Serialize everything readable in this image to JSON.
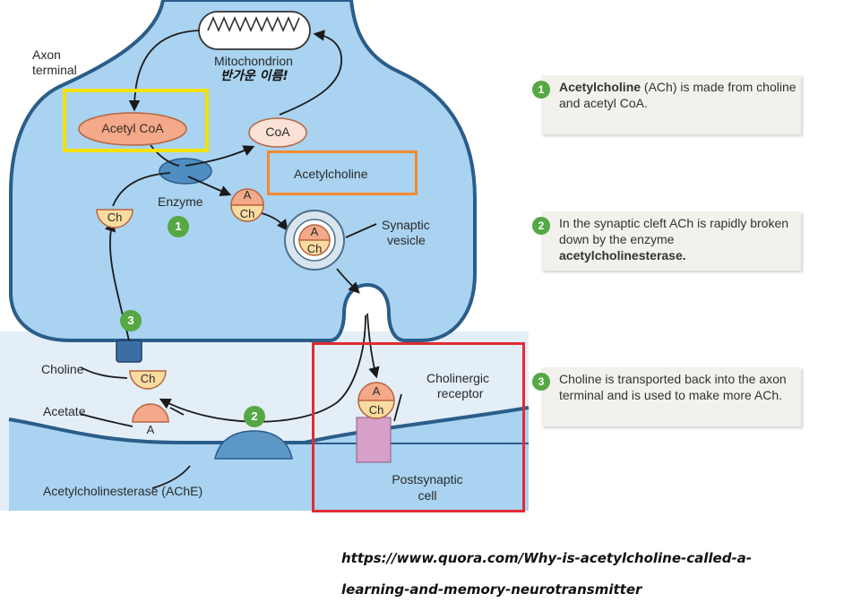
{
  "labels": {
    "axon_terminal_1": "Axon",
    "axon_terminal_2": "terminal",
    "mitochondrion": "Mitochondrion",
    "korean_annotation": "반가운 이름!",
    "acetyl_coa": "Acetyl CoA",
    "coa": "CoA",
    "acetylcholine": "Acetylcholine",
    "enzyme": "Enzyme",
    "synaptic_vesicle_1": "Synaptic",
    "synaptic_vesicle_2": "vesicle",
    "choline": "Choline",
    "acetate": "Acetate",
    "cholinergic_receptor_1": "Cholinergic",
    "cholinergic_receptor_2": "receptor",
    "postsynaptic_1": "Postsynaptic",
    "postsynaptic_2": "cell",
    "ache": "Acetylcholinesterase (AChE)",
    "a": "A",
    "ch": "Ch"
  },
  "steps": {
    "one": "1",
    "two": "2",
    "three": "3"
  },
  "notes": [
    {
      "num": "1",
      "bold": "Acetylcholine",
      "text": " (ACh) is made from choline and acetyl CoA."
    },
    {
      "num": "2",
      "text": "In the synaptic cleft ACh is rapidly broken down by the enzyme ",
      "bold": "acetylcholinesterase."
    },
    {
      "num": "3",
      "text": "Choline is transported back into the axon terminal and is used to make more ACh."
    }
  ],
  "source": {
    "line1": "https://www.quora.com/Why-is-acetylcholine-called-a-",
    "line2": "learning-and-memory-neurotransmitter"
  },
  "colors": {
    "cell_fill": "#a9d3f0",
    "cell_outline": "#2b5d8a",
    "cleft": "#e3eef7",
    "ach_orange": "#f4a98a",
    "choline_yellow": "#fbdca0",
    "receptor": "#d7a0c8",
    "step_green": "#56a845",
    "highlight_yellow": "#f4e100",
    "highlight_orange": "#f28a2e",
    "highlight_red": "#e22a32"
  }
}
